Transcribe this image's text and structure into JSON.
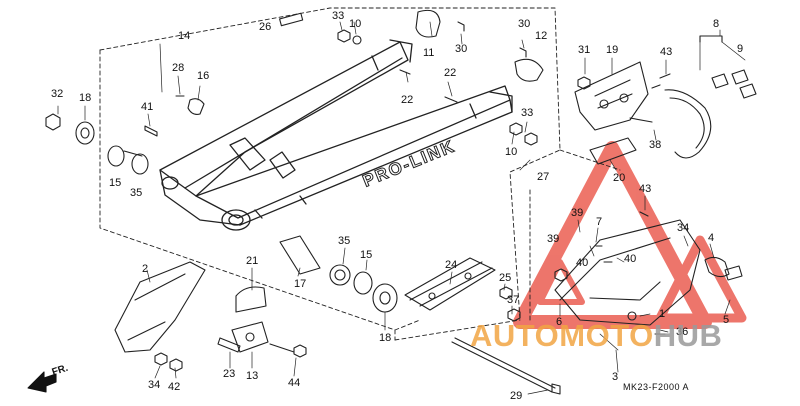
{
  "diagram": {
    "code": "MK23-F2000 A",
    "front_label": "FR.",
    "swingarm_text": "PRO-LINK",
    "watermark": {
      "part_a": "AUTOMOTO",
      "part_b": "HUB"
    },
    "colors": {
      "line": "#222222",
      "watermark_orange": "#f2a544",
      "watermark_red": "#e8483a",
      "watermark_grey": "#9a9a9a"
    },
    "callouts": [
      {
        "id": "c26",
        "text": "26"
      },
      {
        "id": "c33a",
        "text": "33"
      },
      {
        "id": "c10a",
        "text": "10"
      },
      {
        "id": "c11",
        "text": "11"
      },
      {
        "id": "c30a",
        "text": "30"
      },
      {
        "id": "c30b",
        "text": "30"
      },
      {
        "id": "c12",
        "text": "12"
      },
      {
        "id": "c8",
        "text": "8"
      },
      {
        "id": "c9",
        "text": "9"
      },
      {
        "id": "c14",
        "text": "14"
      },
      {
        "id": "c31",
        "text": "31"
      },
      {
        "id": "c19",
        "text": "19"
      },
      {
        "id": "c43a",
        "text": "43"
      },
      {
        "id": "c32",
        "text": "32"
      },
      {
        "id": "c18a",
        "text": "18"
      },
      {
        "id": "c28",
        "text": "28"
      },
      {
        "id": "c16",
        "text": "16"
      },
      {
        "id": "c22a",
        "text": "22"
      },
      {
        "id": "c22b",
        "text": "22"
      },
      {
        "id": "c41",
        "text": "41"
      },
      {
        "id": "c33b",
        "text": "33"
      },
      {
        "id": "c15a",
        "text": "15"
      },
      {
        "id": "c35a",
        "text": "35"
      },
      {
        "id": "c10b",
        "text": "10"
      },
      {
        "id": "c38",
        "text": "38"
      },
      {
        "id": "c27",
        "text": "27"
      },
      {
        "id": "c20",
        "text": "20"
      },
      {
        "id": "c43b",
        "text": "43"
      },
      {
        "id": "c39a",
        "text": "39"
      },
      {
        "id": "c7",
        "text": "7"
      },
      {
        "id": "c34a",
        "text": "34"
      },
      {
        "id": "c4",
        "text": "4"
      },
      {
        "id": "c39b",
        "text": "39"
      },
      {
        "id": "c40a",
        "text": "40"
      },
      {
        "id": "c40b",
        "text": "40"
      },
      {
        "id": "c2",
        "text": "2"
      },
      {
        "id": "c21",
        "text": "21"
      },
      {
        "id": "c35b",
        "text": "35"
      },
      {
        "id": "c15b",
        "text": "15"
      },
      {
        "id": "c24",
        "text": "24"
      },
      {
        "id": "c17",
        "text": "17"
      },
      {
        "id": "c25",
        "text": "25"
      },
      {
        "id": "c37",
        "text": "37"
      },
      {
        "id": "c18b",
        "text": "18"
      },
      {
        "id": "c6",
        "text": "6"
      },
      {
        "id": "c1",
        "text": "1"
      },
      {
        "id": "c36",
        "text": "36"
      },
      {
        "id": "c5",
        "text": "5"
      },
      {
        "id": "c13",
        "text": "13"
      },
      {
        "id": "c23",
        "text": "23"
      },
      {
        "id": "c44",
        "text": "44"
      },
      {
        "id": "c34b",
        "text": "34"
      },
      {
        "id": "c42",
        "text": "42"
      },
      {
        "id": "c3",
        "text": "3"
      },
      {
        "id": "c29",
        "text": "29"
      }
    ]
  }
}
